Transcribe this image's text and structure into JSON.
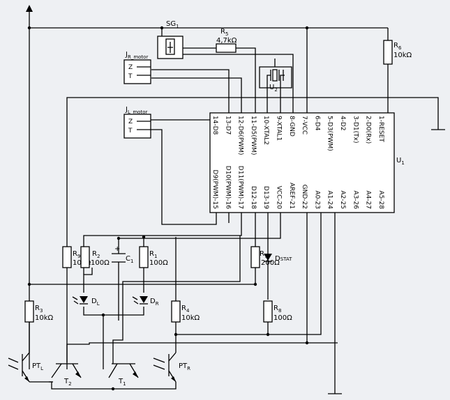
{
  "components": {
    "sg1": {
      "ref": "SG",
      "sub": "1"
    },
    "r5": {
      "ref": "R",
      "sub": "5",
      "value": "4,7kΩ"
    },
    "r6": {
      "ref": "R",
      "sub": "6",
      "value": "10kΩ"
    },
    "u2": {
      "ref": "U",
      "sub": "2"
    },
    "u1": {
      "ref": "U",
      "sub": "1"
    },
    "jr": {
      "ref": "J",
      "sub": "R_motor"
    },
    "jl": {
      "ref": "J",
      "sub": "L_motor"
    },
    "r9": {
      "ref": "R",
      "sub": "9",
      "value": "10kΩ"
    },
    "r2": {
      "ref": "R",
      "sub": "2",
      "value": "100Ω"
    },
    "c1": {
      "ref": "C",
      "sub": "1",
      "plus": "+"
    },
    "r1": {
      "ref": "R",
      "sub": "1",
      "value": "100Ω"
    },
    "r7": {
      "ref": "R",
      "sub": "7",
      "value": "200Ω"
    },
    "dstat": {
      "ref": "D",
      "sub": "STAT"
    },
    "dl": {
      "ref": "D",
      "sub": "L"
    },
    "dr": {
      "ref": "D",
      "sub": "R"
    },
    "r3": {
      "ref": "R",
      "sub": "3",
      "value": "10kΩ"
    },
    "r4": {
      "ref": "R",
      "sub": "4",
      "value": "10kΩ"
    },
    "r8": {
      "ref": "R",
      "sub": "8",
      "value": "100Ω"
    },
    "ptl": {
      "ref": "PT",
      "sub": "L"
    },
    "ptr": {
      "ref": "PT",
      "sub": "R"
    },
    "t1": {
      "ref": "T",
      "sub": "1"
    },
    "t2": {
      "ref": "T",
      "sub": "2"
    }
  },
  "connector_pins": [
    "Z",
    "T"
  ],
  "mcu_pins_top": [
    "14-D8",
    "13-D7",
    "12-D6(PWM)",
    "11-D5(PWM)",
    "10-XTAL2",
    "9-XTAL1",
    "8-GND",
    "7-VCC",
    "6-D4",
    "5-D3(PWM)",
    "4-D2",
    "3-D1(Tx)",
    "2-D0(Rx)",
    "1-RESET"
  ],
  "mcu_pins_bottom": [
    "D9(PWM)-15",
    "D10(PWM)-16",
    "D11(PWM)-17",
    "D12-18",
    "D13-19",
    "VCC-20",
    "AREF-21",
    "GND-22",
    "A0-23",
    "A1-24",
    "A2-25",
    "A3-26",
    "A4-27",
    "A5-28"
  ]
}
